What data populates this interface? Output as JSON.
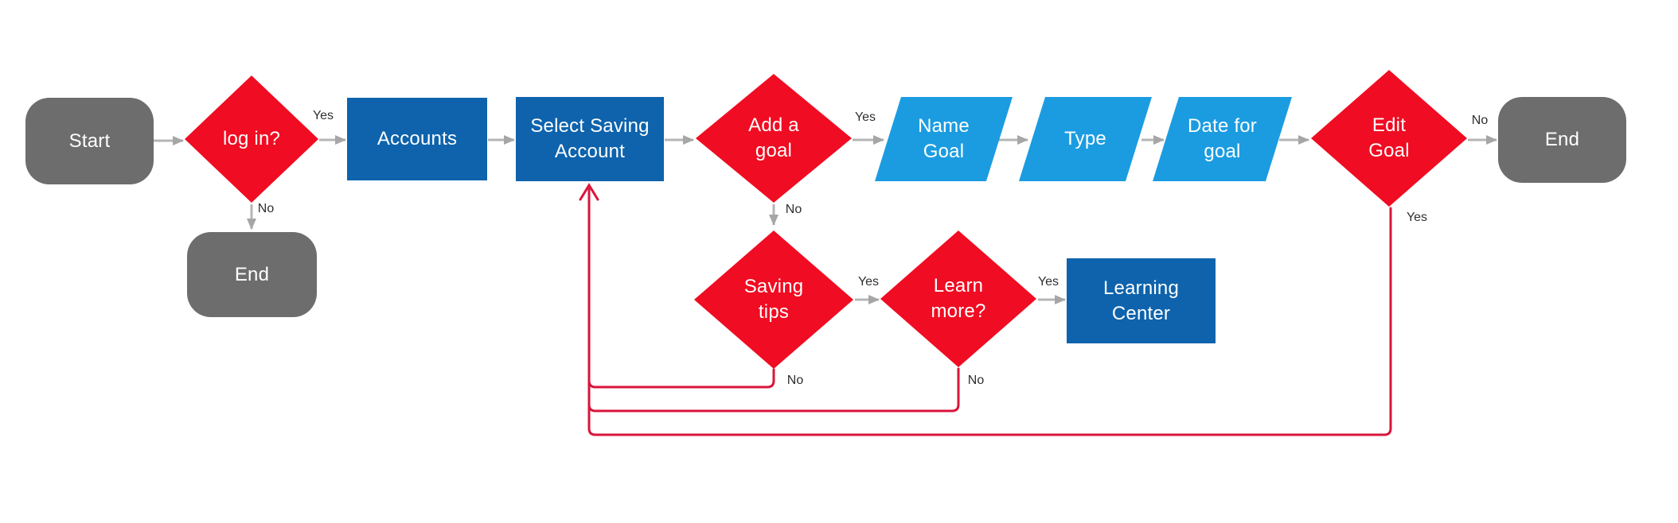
{
  "diagram": {
    "type": "flowchart",
    "nodes": {
      "start": {
        "label": "Start",
        "shape": "terminal"
      },
      "login": {
        "label": "log in?",
        "shape": "decision"
      },
      "login_end": {
        "label": "End",
        "shape": "terminal"
      },
      "accounts": {
        "label": "Accounts",
        "shape": "process"
      },
      "select_saving_account": {
        "label": "Select Saving\nAccount",
        "shape": "process"
      },
      "add_a_goal": {
        "label": "Add a\ngoal",
        "shape": "decision"
      },
      "name_goal": {
        "label": "Name\nGoal",
        "shape": "input-output"
      },
      "goal_type": {
        "label": "Type",
        "shape": "input-output"
      },
      "date_for_goal": {
        "label": "Date for\ngoal",
        "shape": "input-output"
      },
      "edit_goal": {
        "label": "Edit\nGoal",
        "shape": "decision"
      },
      "end": {
        "label": "End",
        "shape": "terminal"
      },
      "saving_tips": {
        "label": "Saving\ntips",
        "shape": "decision"
      },
      "learn_more": {
        "label": "Learn\nmore?",
        "shape": "decision"
      },
      "learning_center": {
        "label": "Learning\nCenter",
        "shape": "process"
      }
    },
    "edge_labels": {
      "login_yes": "Yes",
      "login_no": "No",
      "add_goal_yes": "Yes",
      "add_goal_no": "No",
      "saving_tips_yes": "Yes",
      "saving_tips_no": "No",
      "learn_more_yes": "Yes",
      "learn_more_no": "No",
      "edit_goal_no": "No",
      "edit_goal_yes": "Yes"
    },
    "colors": {
      "decision_red": "#f00c22",
      "process_blue": "#0e63ac",
      "input_output_blue": "#1b9ce1",
      "terminal_gray": "#6d6d6d",
      "connector_gray": "#b5b5b5",
      "connector_arrowhead_gray": "#a6a6a6",
      "loopback_red": "#da143a",
      "node_text": "#ffffff",
      "edge_label_text": "#2f2f2f",
      "background": "#ffffff"
    }
  }
}
